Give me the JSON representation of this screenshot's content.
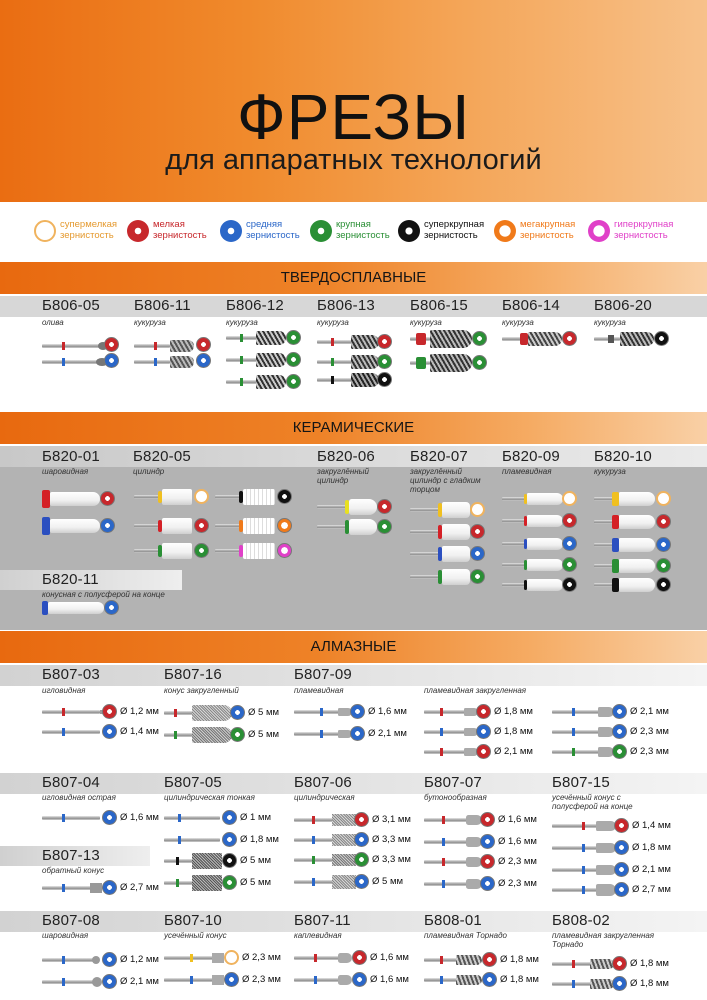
{
  "title": "ФРЕЗЫ",
  "subtitle": "для аппаратных технологий",
  "colors": {
    "accent": "#ee7b1e",
    "fine": "#e0302c",
    "medium": "#2f6fd0",
    "coarse": "#2f9a3a",
    "supercoarse": "#111111",
    "megacoarse": "#f07a1a",
    "hypercoarse": "#e03fc8",
    "superfine": "#f4c070"
  },
  "legend": [
    {
      "label": "супермелкая зернистость",
      "color": "#e9a84a",
      "pattern": "dots-light"
    },
    {
      "label": "мелкая зернистость",
      "color": "#c7282c",
      "pattern": "dots-red"
    },
    {
      "label": "средняя зернистость",
      "color": "#2b67c8",
      "pattern": "dots-blue"
    },
    {
      "label": "крупная зернистость",
      "color": "#2a8f35",
      "pattern": "dots-green"
    },
    {
      "label": "суперкрупная зернистость",
      "color": "#111111",
      "pattern": "dots-black"
    },
    {
      "label": "мегакрупная зернистость",
      "color": "#f07a1a",
      "pattern": "ring-orange"
    },
    {
      "label": "гиперкрупная зернистость",
      "color": "#e040c8",
      "pattern": "ring-pink"
    }
  ],
  "sections": {
    "carbide": "ТВЕРДОСПЛАВНЫЕ",
    "ceramic": "КЕРАМИЧЕСКИЕ",
    "diamond": "АЛМАЗНЫЕ"
  },
  "carbide": [
    {
      "code": "Б806-05",
      "desc": "олива"
    },
    {
      "code": "Б806-11",
      "desc": "кукуруза"
    },
    {
      "code": "Б806-12",
      "desc": "кукуруза"
    },
    {
      "code": "Б806-13",
      "desc": "кукуруза"
    },
    {
      "code": "Б806-15",
      "desc": "кукуруза"
    },
    {
      "code": "Б806-14",
      "desc": "кукуруза"
    },
    {
      "code": "Б806-20",
      "desc": "кукуруза"
    }
  ],
  "ceramic": [
    {
      "code": "Б820-01",
      "desc": "шаровидная"
    },
    {
      "code": "Б820-05",
      "desc": "цилиндр"
    },
    {
      "code": "Б820-06",
      "desc": "закруглённый цилиндр"
    },
    {
      "code": "Б820-07",
      "desc": "закруглённый цилиндр с гладким торцом"
    },
    {
      "code": "Б820-09",
      "desc": "пламевидная"
    },
    {
      "code": "Б820-10",
      "desc": "кукуруза"
    },
    {
      "code": "Б820-11",
      "desc": "конусная с полусферой на конце"
    }
  ],
  "diamond_row1": [
    {
      "code": "Б807-03",
      "desc": "игловидная",
      "sizes": [
        "Ø 1,2 мм",
        "Ø 1,4 мм"
      ]
    },
    {
      "code": "Б807-16",
      "desc": "конус закругленный",
      "sizes": [
        "Ø 5 мм",
        "Ø 5 мм"
      ]
    },
    {
      "code": "Б807-09",
      "desc": "пламевидная",
      "sizes": [
        "Ø 1,6 мм",
        "Ø 2,1 мм"
      ]
    },
    {
      "code": "",
      "desc": "пламевидная закругленная",
      "sizes": [
        "Ø 1,8 мм",
        "Ø 1,8 мм",
        "Ø 2,1 мм"
      ]
    },
    {
      "code": "",
      "desc": "",
      "sizes": [
        "Ø 2,1 мм",
        "Ø 2,3 мм",
        "Ø 2,3 мм"
      ]
    }
  ],
  "diamond_row2": [
    {
      "code": "Б807-04",
      "desc": "игловидная острая",
      "sizes": [
        "Ø 1,6 мм"
      ]
    },
    {
      "code": "Б807-05",
      "desc": "цилиндрическая тонкая",
      "sizes": [
        "Ø 1 мм",
        "Ø 1,8 мм",
        "Ø 5 мм",
        "Ø 5 мм"
      ]
    },
    {
      "code": "Б807-06",
      "desc": "цилиндрическая",
      "sizes": [
        "Ø 3,1 мм",
        "Ø 3,3 мм",
        "Ø 3,3 мм",
        "Ø 5 мм"
      ]
    },
    {
      "code": "Б807-07",
      "desc": "бутонообразная",
      "sizes": [
        "Ø 1,6 мм",
        "Ø 1,6 мм",
        "Ø 2,3 мм",
        "Ø 2,3 мм"
      ]
    },
    {
      "code": "Б807-15",
      "desc": "усечённый конус с полусферой на конце",
      "sizes": [
        "Ø 1,4 мм",
        "Ø 1,8 мм",
        "Ø 2,1 мм",
        "Ø 2,7 мм"
      ]
    }
  ],
  "diamond_extra": {
    "code": "Б807-13",
    "desc": "обратный конус",
    "sizes": [
      "Ø 2,7 мм"
    ]
  },
  "diamond_row3": [
    {
      "code": "Б807-08",
      "desc": "шаровидная",
      "sizes": [
        "Ø 1,2 мм",
        "Ø 2,1 мм"
      ]
    },
    {
      "code": "Б807-10",
      "desc": "усечённый конус",
      "sizes": [
        "Ø 2,3 мм",
        "Ø 2,3 мм"
      ]
    },
    {
      "code": "Б807-11",
      "desc": "каплевидная",
      "sizes": [
        "Ø 1,6 мм",
        "Ø 1,6 мм"
      ]
    },
    {
      "code": "Б808-01",
      "desc": "пламевидная Торнадо",
      "sizes": [
        "Ø 1,8 мм",
        "Ø 1,8 мм"
      ]
    },
    {
      "code": "Б808-02",
      "desc": "пламевидная закругленная Торнадо",
      "sizes": [
        "Ø 1,8 мм",
        "Ø 1,8 мм"
      ]
    }
  ]
}
